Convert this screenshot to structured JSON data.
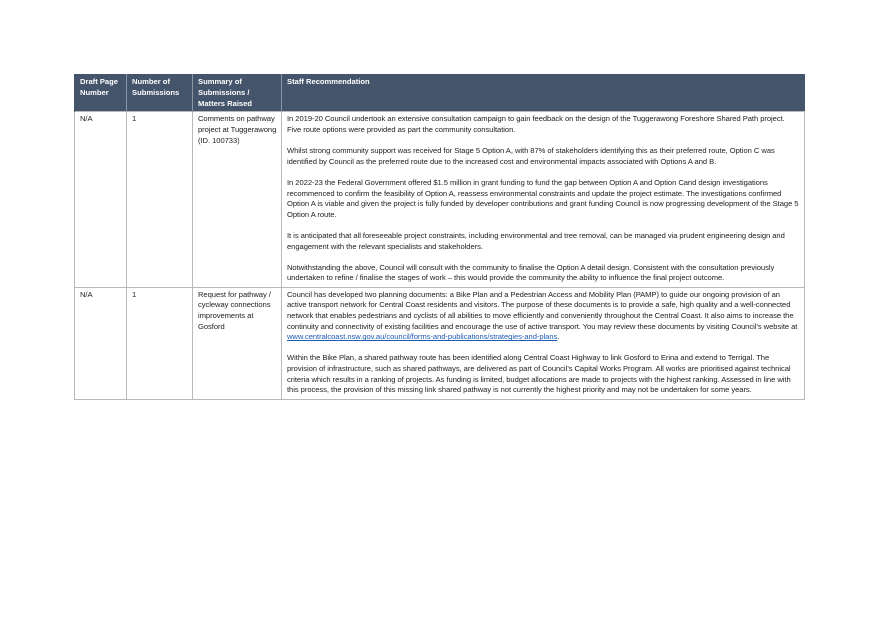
{
  "table": {
    "headers": [
      "Draft Page Number",
      "Number of Submissions",
      "Summary of Submissions / Matters Raised",
      "Staff Recommendation"
    ],
    "rows": [
      {
        "page": "N/A",
        "count": "1",
        "summary": "Comments on pathway project at Tuggerawong (ID. 100733)",
        "paragraphs": [
          "In 2019-20 Council undertook an extensive consultation campaign to gain feedback on the design of the Tuggerawong Foreshore Shared Path project. Five route options were provided as part the community consultation.",
          "Whilst strong community support was received for Stage 5 Option A, with 87% of stakeholders identifying this as their preferred route, Option C was identified by Council as the preferred route due to the increased cost and environmental impacts associated with Options A and B.",
          "In 2022-23 the Federal Government offered $1.5 million in grant funding to fund the gap between Option A and Option Cand design investigations recommenced to confirm the feasibility of Option A, reassess environmental constraints and update the project estimate. The investigations confirmed Option A is viable and given the project is fully funded by developer contributions and grant funding Council is now progressing development of the Stage 5 Option A route.",
          "It is anticipated that all foreseeable project constraints, including environmental and tree removal, can be managed via prudent engineering design and engagement with the relevant specialists and stakeholders.",
          "Notwithstanding the above, Council will consult with the community to finalise the Option A detail design. Consistent with the consultation previously undertaken to refine / finalise the stages of work – this would provide the community the ability to influence the final project outcome."
        ]
      },
      {
        "page": "N/A",
        "count": "1",
        "summary": "Request for pathway / cycleway connections improvements at Gosford",
        "p1_text": "Council has developed two planning documents: a Bike Plan and a Pedestrian Access and Mobility Plan (PAMP) to guide our ongoing provision of an active transport network for Central Coast residents and visitors. The purpose of these documents is to provide a safe, high quality and a well-connected network that enables pedestrians and cyclists of all abilities to move efficiently and conveniently throughout the Central Coast. It also aims to increase the continuity and connectivity of existing facilities and encourage the use of active transport. You may review these documents by visiting Council’s website at ",
        "p1_link": "www.centralcoast.nsw.gov.au/council/forms-and-publications/strategies-and-plans",
        "p1_end": ".",
        "p2_text": "Within the Bike Plan, a shared pathway route has been identified along Central Coast Highway to link Gosford to Erina and extend to Terrigal. The provision of infrastructure, such as shared pathways, are delivered as part of Council’s Capital Works Program. All works are prioritised against technical criteria which results in a ranking of projects. As funding is limited, budget allocations are made to projects with the highest ranking. Assessed in line with this process, the provision of this missing link shared pathway is not currently the highest priority and may not be undertaken for some years."
      }
    ]
  },
  "colors": {
    "header_bg": "#44546a",
    "header_text": "#ffffff",
    "link": "#1f5bb5",
    "border": "#b9b9b9"
  }
}
